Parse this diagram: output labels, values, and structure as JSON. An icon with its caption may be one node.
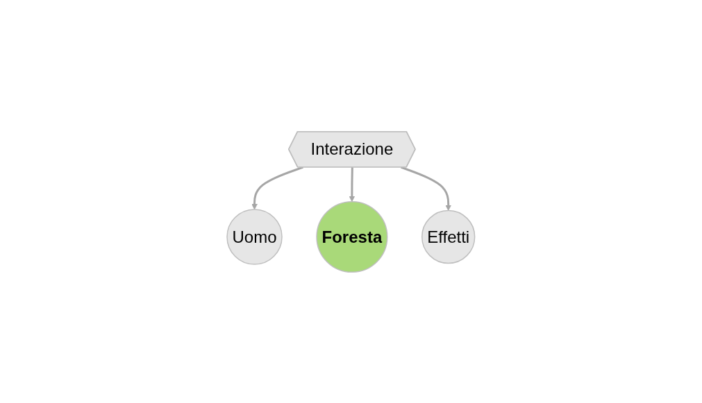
{
  "diagram": {
    "nodes": [
      {
        "text": [
          "Uomo"
        ]
      },
      {
        "text": [
          "Interazione"
        ]
      },
      {
        "text": [
          "Foresta"
        ]
      },
      {
        "text": [
          "Effetti"
        ]
      }
    ],
    "edges": [
      {
        "from": 1,
        "to": 0,
        "arrow": "to"
      },
      {
        "from": 1,
        "to": 2,
        "arrow": "to"
      },
      {
        "from": 1,
        "to": 3,
        "arrow": "to"
      }
    ]
  }
}
